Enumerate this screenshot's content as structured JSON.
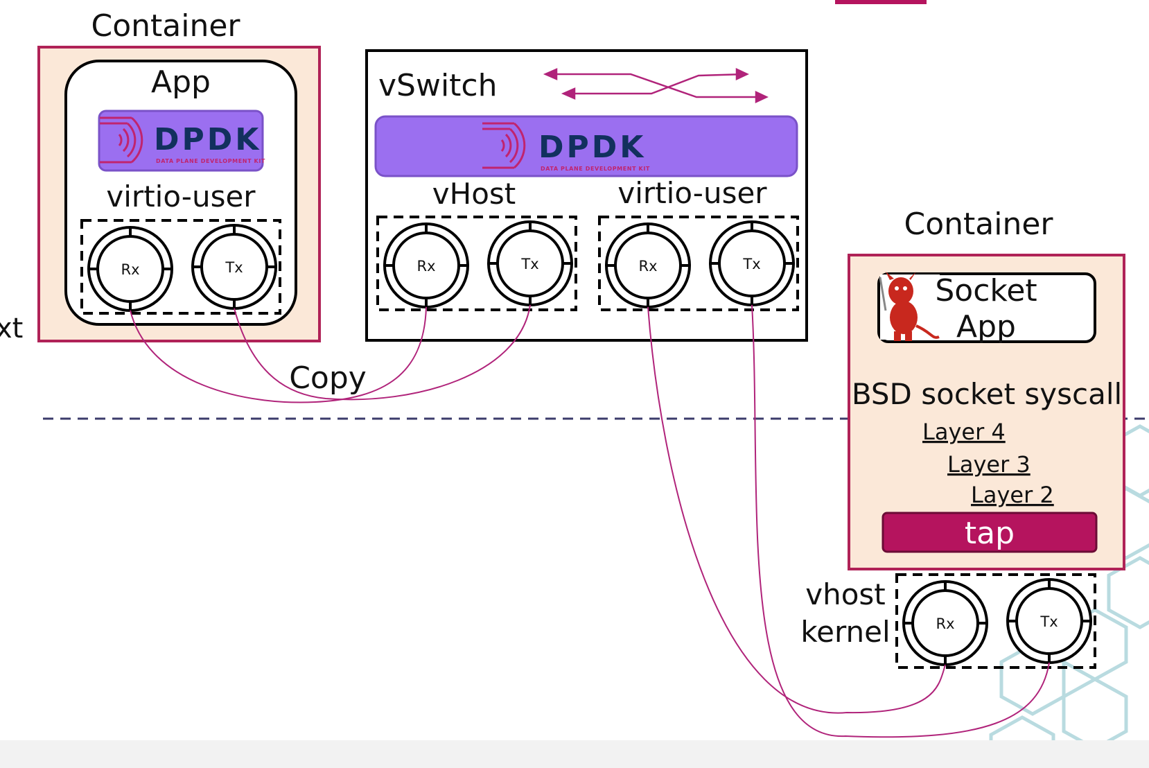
{
  "left_container": {
    "title": "Container",
    "app_label": "App",
    "dpdk": {
      "logo_text": "DPDK",
      "logo_subtext": "DATA PLANE DEVELOPMENT KIT"
    },
    "port_label": "virtio-user",
    "rings": [
      "Rx",
      "Tx"
    ]
  },
  "vswitch": {
    "title": "vSwitch",
    "dpdk": {
      "logo_text": "DPDK",
      "logo_subtext": "DATA PLANE DEVELOPMENT KIT"
    },
    "vhost_label": "vHost",
    "vhost_rings": [
      "Rx",
      "Tx"
    ],
    "virtio_label": "virtio-user",
    "virtio_rings": [
      "Rx",
      "Tx"
    ]
  },
  "copy_label": "Copy",
  "side_fragment": "xt",
  "right_container": {
    "title": "Container",
    "app_label_line1": "Socket",
    "app_label_line2": "App",
    "app_icon": "bsd-daemon-icon",
    "syscall_label": "BSD socket syscall",
    "layers": [
      "Layer 4",
      "Layer 3",
      "Layer 2"
    ],
    "tap_label": "tap"
  },
  "vhost_kernel": {
    "label_line1": "vhost",
    "label_line2": "kernel",
    "rings": [
      "Rx",
      "Tx"
    ]
  },
  "colors": {
    "container_fill": "#fbe8d8",
    "container_border": "#b02257",
    "dpdk_purple": "#9b6ff0",
    "link_color": "#b0237a",
    "tap_fill": "#b5145e",
    "divider": "#3b3b6b",
    "hex_pattern": "#b9dbe0"
  }
}
